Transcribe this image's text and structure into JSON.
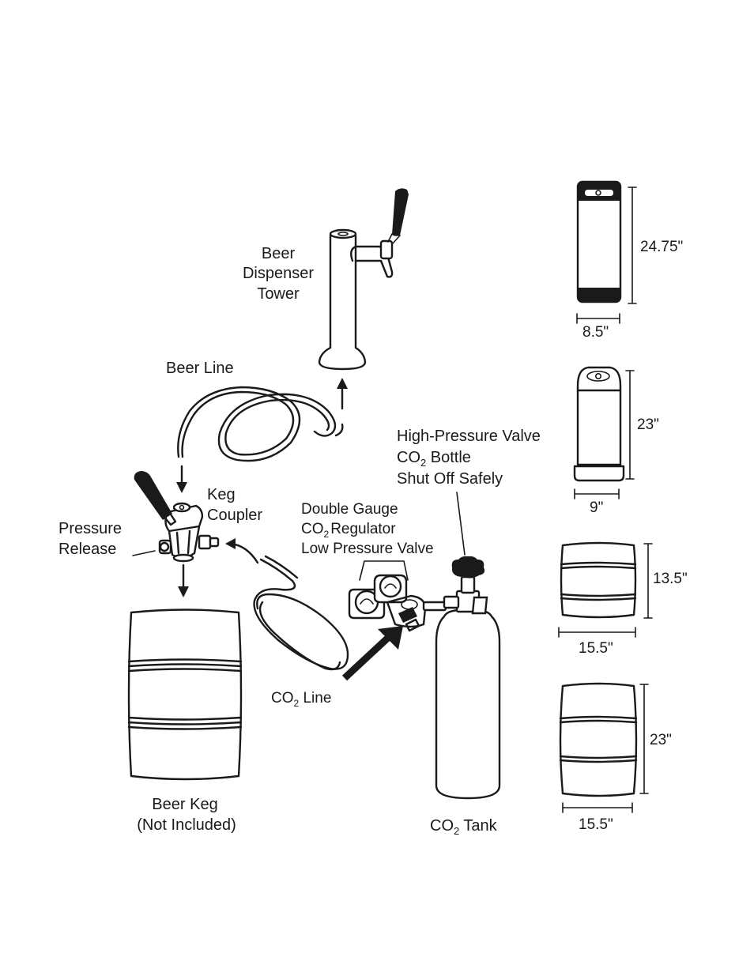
{
  "labels": {
    "tower": [
      "Beer",
      "Dispenser",
      "Tower"
    ],
    "beer_line": "Beer Line",
    "keg_coupler": [
      "Keg",
      "Coupler"
    ],
    "pressure_release": [
      "Pressure",
      "Release"
    ],
    "regulator": [
      "Double Gauge",
      "CO",
      "2",
      "Regulator",
      "Low Pressure Valve"
    ],
    "high_pressure": [
      "High-Pressure Valve",
      "CO",
      "2",
      " Bottle",
      "Shut Off Safely"
    ],
    "co2_line": [
      "CO",
      "2",
      " Line"
    ],
    "beer_keg": [
      "Beer Keg",
      "(Not Included)"
    ],
    "co2_tank": [
      "CO",
      "2",
      " Tank"
    ]
  },
  "dimensions": {
    "keg1": {
      "height": "24.75\"",
      "width": "8.5\""
    },
    "keg2": {
      "height": "23\"",
      "width": "9\""
    },
    "keg3": {
      "height": "13.5\"",
      "width": "15.5\""
    },
    "keg4": {
      "height": "23\"",
      "width": "15.5\""
    }
  }
}
